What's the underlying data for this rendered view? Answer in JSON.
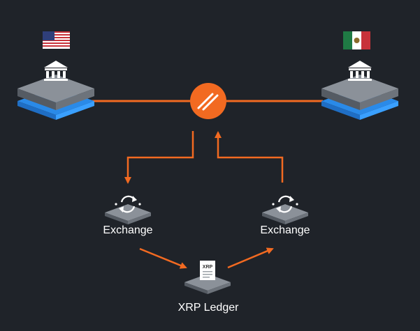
{
  "colors": {
    "background": "#1f2329",
    "connector": "#f26a21",
    "platform_top": "#8b9199",
    "platform_side": "#555b63",
    "bank_accent": "#3aa0ff",
    "label_text": "#ffffff"
  },
  "nodes": {
    "exchange_left": {
      "label": "Exchange",
      "icon": "refresh-cycle-icon"
    },
    "exchange_right": {
      "label": "Exchange",
      "icon": "refresh-cycle-icon"
    },
    "xrp_ledger": {
      "label": "XRP Ledger",
      "icon_text": "XRP",
      "icon": "ledger-document-icon"
    },
    "bank_us": {
      "icon": "bank-icon",
      "flag": "us-flag-icon"
    },
    "bank_mx": {
      "icon": "bank-icon",
      "flag": "mexico-flag-icon"
    },
    "hub": {
      "icon": "ripple-hub-icon"
    }
  }
}
